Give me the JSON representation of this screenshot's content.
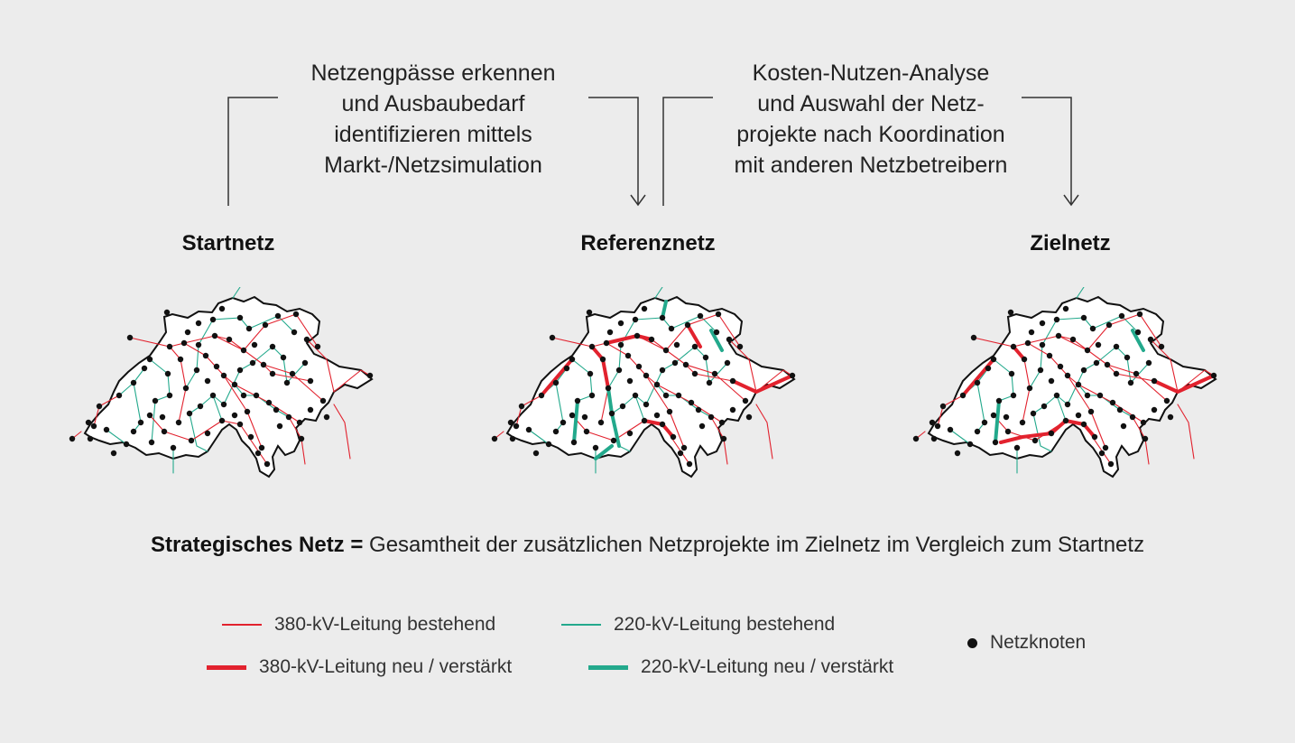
{
  "steps": [
    {
      "lines": [
        "Netzengpässe erkennen",
        "und Ausbaubedarf",
        "identifizieren mittels",
        "Markt-/Netzsimulation"
      ]
    },
    {
      "lines": [
        "Kosten-Nutzen-Analyse",
        "und Auswahl der Netz-",
        "projekte nach Koordination",
        "mit anderen Netzbetreibern"
      ]
    }
  ],
  "networks": [
    {
      "title": "Startnetz"
    },
    {
      "title": "Referenznetz"
    },
    {
      "title": "Zielnetz"
    }
  ],
  "summary": {
    "bold": "Strategisches Netz =",
    "text": " Gesamtheit der zusätzlichen Netzprojekte im Zielnetz im Vergleich zum Startnetz"
  },
  "legend": {
    "l380": "380-kV-Leitung bestehend",
    "l220": "220-kV-Leitung bestehend",
    "l380new": "380-kV-Leitung neu / verstärkt",
    "l220new": "220-kV-Leitung neu / verstärkt",
    "node": "Netzknoten"
  },
  "colors": {
    "red": "#e2222e",
    "teal": "#23a98c",
    "background": "#ececec"
  }
}
